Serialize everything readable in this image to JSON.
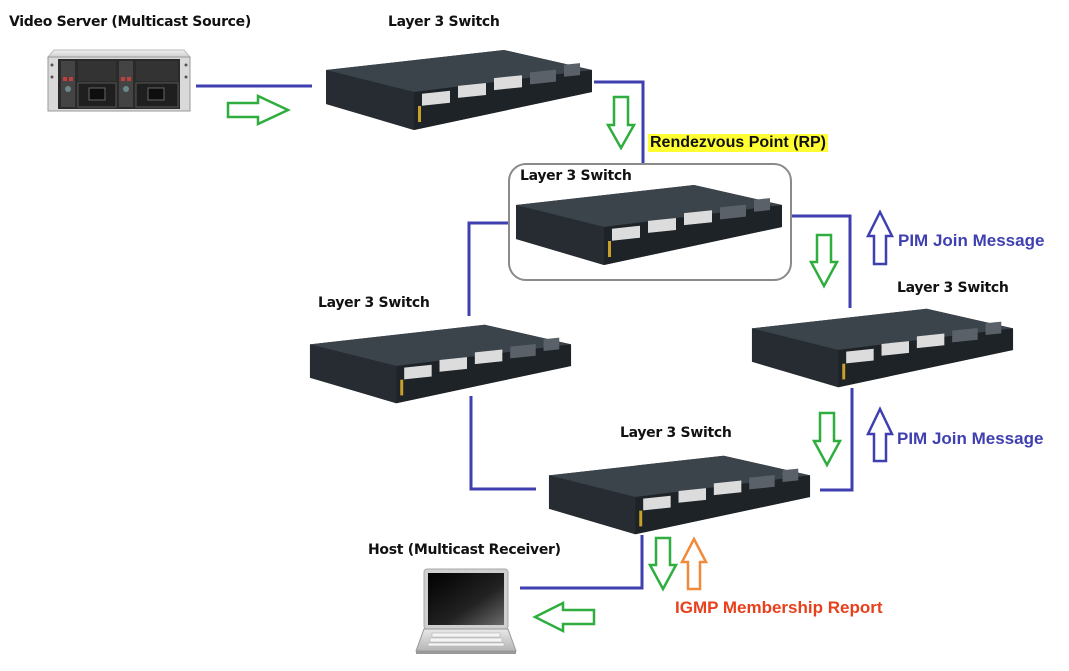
{
  "diagram": {
    "title": "PIM-SM multicast with Rendezvous Point",
    "colors": {
      "link": "#3f3fb0",
      "multicast_flow_arrow": "#2fae3f",
      "pim_join_arrow": "#3f3fb0",
      "igmp_arrow": "#f08a3a",
      "igmp_text": "#e8401c",
      "rp_highlight": "#ffff33",
      "rp_box_border": "#8a8a8a"
    },
    "nodes": {
      "video_server": {
        "label": "Video Server (Multicast Source)",
        "icon": "server-icon"
      },
      "switch_top": {
        "label": "Layer 3 Switch",
        "icon": "switch-icon"
      },
      "switch_rp": {
        "label": "Layer 3 Switch",
        "icon": "switch-icon"
      },
      "switch_left": {
        "label": "Layer 3 Switch",
        "icon": "switch-icon"
      },
      "switch_right": {
        "label": "Layer 3 Switch",
        "icon": "switch-icon"
      },
      "switch_bottom": {
        "label": "Layer 3 Switch",
        "icon": "switch-icon"
      },
      "host": {
        "label": "Host (Multicast Receiver)",
        "icon": "laptop-icon"
      }
    },
    "annotations": {
      "rp": "Rendezvous Point (RP)",
      "pim_join_upper": "PIM Join Message",
      "pim_join_lower": "PIM Join Message",
      "igmp": "IGMP Membership Report"
    }
  }
}
